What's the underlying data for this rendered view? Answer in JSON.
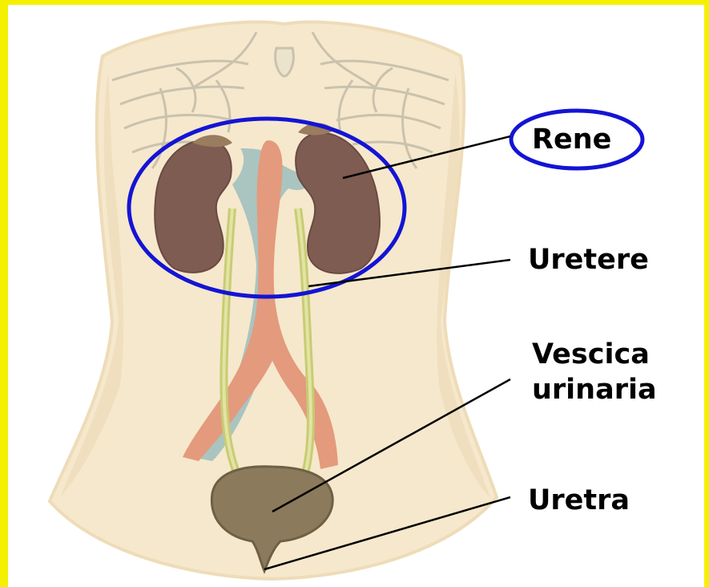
{
  "labels": {
    "rene": "Rene",
    "uretere": "Uretere",
    "vescica_line1": "Vescica",
    "vescica_line2": "urinaria",
    "uretra": "Uretra"
  },
  "colors": {
    "border": "#f5f000",
    "skin": "#f6e8cc",
    "skin_shadow": "#eedcb8",
    "kidney": "#7e5c52",
    "ureter": "#d4d88a",
    "aorta": "#e49a7c",
    "vein": "#aac4c0",
    "bladder": "#8c7a5c",
    "highlight_ring": "#1414d4"
  }
}
